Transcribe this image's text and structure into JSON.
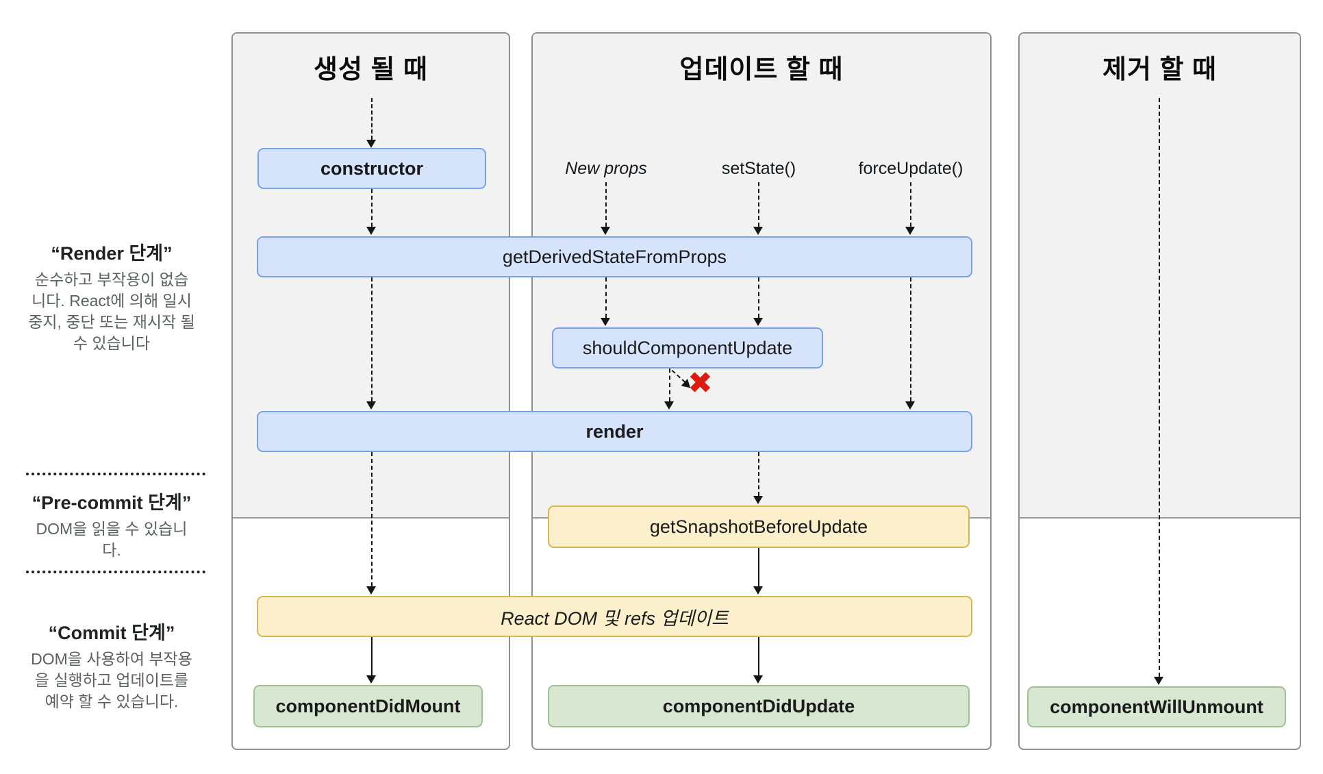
{
  "columns": [
    {
      "title": "생성 될 때"
    },
    {
      "title": "업데이트 할 때"
    },
    {
      "title": "제거 할 때"
    }
  ],
  "sidebar": {
    "phases": [
      {
        "title": "“Render 단계”",
        "body": "순수하고 부작용이 없습\n니다. React에 의해 일시\n중지, 중단 또는 재시작 될\n수 있습니다"
      },
      {
        "title": "“Pre-commit 단계”",
        "body": "DOM을 읽을 수 있습니\n다."
      },
      {
        "title": "“Commit 단계”",
        "body": "DOM을 사용하여 부작용\n을 실행하고 업데이트를\n예약 할 수 있습니다."
      }
    ]
  },
  "triggers": {
    "new_props": "New props",
    "set_state": "setState()",
    "force_update": "forceUpdate()"
  },
  "lifecycle": {
    "constructor_label": "constructor",
    "get_derived_state_from_props": "getDerivedStateFromProps",
    "should_component_update": "shouldComponentUpdate",
    "render_label": "render",
    "get_snapshot_before_update": "getSnapshotBeforeUpdate",
    "react_dom_update": "React DOM 및 refs 업데이트",
    "component_did_mount": "componentDidMount",
    "component_did_update": "componentDidUpdate",
    "component_will_unmount": "componentWillUnmount"
  },
  "marks": {
    "skip_cross": "✖"
  },
  "colors": {
    "panel_bg": "#f2f2f2",
    "panel_border": "#8f8f8f",
    "box_blue_bg": "#d5e3fb",
    "box_blue_border": "#7aa0e8",
    "box_yellow_bg": "#fcf0cc",
    "box_yellow_border": "#d8b64e",
    "box_green_bg": "#d8e7d2",
    "box_green_border": "#9fc193",
    "cross_red": "#dc1a10",
    "arrow": "#151515"
  }
}
